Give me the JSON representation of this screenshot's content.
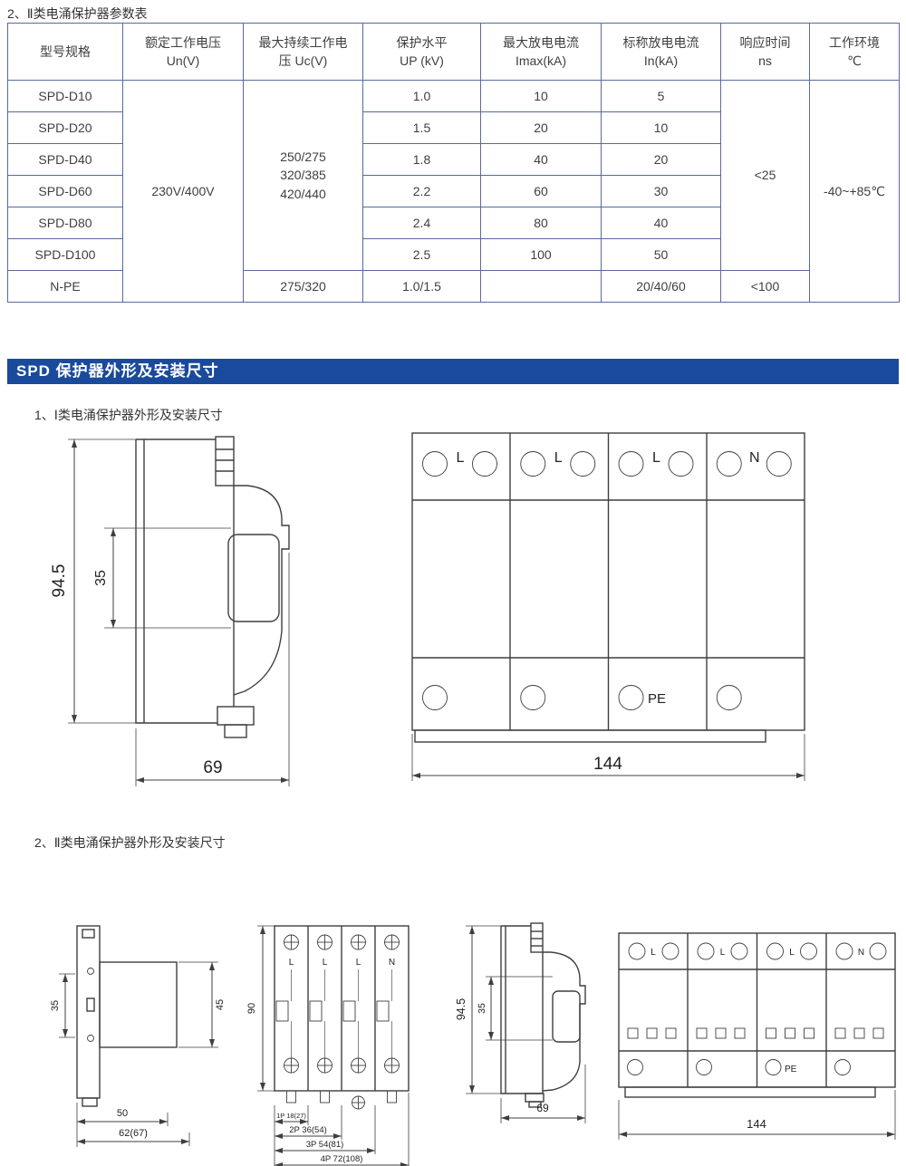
{
  "colors": {
    "banner_bg": "#1a4a9c",
    "table_border": "#566a9e"
  },
  "table": {
    "title": "2、Ⅱ类电涌保护器参数表",
    "headers": {
      "model": [
        "型号规格"
      ],
      "un": [
        "额定工作电压",
        "Un(V)"
      ],
      "uc": [
        "最大持续工作电",
        "压 Uc(V)"
      ],
      "up": [
        "保护水平",
        "UP (kV)"
      ],
      "imax": [
        "最大放电电流",
        "Imax(kA)"
      ],
      "inom": [
        "标称放电电流",
        "In(kA)"
      ],
      "resp": [
        "响应时间",
        "ns"
      ],
      "env": [
        "工作环境",
        "℃"
      ]
    },
    "merged": {
      "un": "230V/400V",
      "uc_lines": [
        "250/275",
        "320/385",
        "420/440"
      ],
      "resp": "<25",
      "env": "-40~+85℃"
    },
    "rows": [
      {
        "model": "SPD-D10",
        "up": "1.0",
        "imax": "10",
        "inom": "5"
      },
      {
        "model": "SPD-D20",
        "up": "1.5",
        "imax": "20",
        "inom": "10"
      },
      {
        "model": "SPD-D40",
        "up": "1.8",
        "imax": "40",
        "inom": "20"
      },
      {
        "model": "SPD-D60",
        "up": "2.2",
        "imax": "60",
        "inom": "30"
      },
      {
        "model": "SPD-D80",
        "up": "2.4",
        "imax": "80",
        "inom": "40"
      },
      {
        "model": "SPD-D100",
        "up": "2.5",
        "imax": "100",
        "inom": "50"
      }
    ],
    "npe": {
      "model": "N-PE",
      "uc": "275/320",
      "up": "1.0/1.5",
      "imax": "",
      "inom": "20/40/60",
      "resp": "<100"
    }
  },
  "banner": {
    "title": "SPD 保护器外形及安装尺寸"
  },
  "headings": {
    "class1": "1、Ⅰ类电涌保护器外形及安装尺寸",
    "class2": "2、Ⅱ类电涌保护器外形及安装尺寸"
  },
  "drawings": {
    "side1": {
      "h": "94.5",
      "rail": "35",
      "w": "69"
    },
    "front1": {
      "terminals": [
        "L",
        "L",
        "L",
        "N"
      ],
      "pe": "PE",
      "w": "144"
    },
    "side2": {
      "rail": "35",
      "body": "45",
      "w1": "50",
      "w2": "62(67)"
    },
    "front2": {
      "terminals": [
        "L",
        "L",
        "L",
        "N"
      ],
      "h": "90",
      "poles": [
        "1P 18(27)",
        "2P 36(54)",
        "3P 54(81)",
        "4P 72(108)"
      ]
    },
    "side3": {
      "h": "94.5",
      "rail": "35",
      "w": "69"
    },
    "front3": {
      "terminals": [
        "L",
        "L",
        "L",
        "N"
      ],
      "pe": "PE",
      "w": "144"
    }
  }
}
